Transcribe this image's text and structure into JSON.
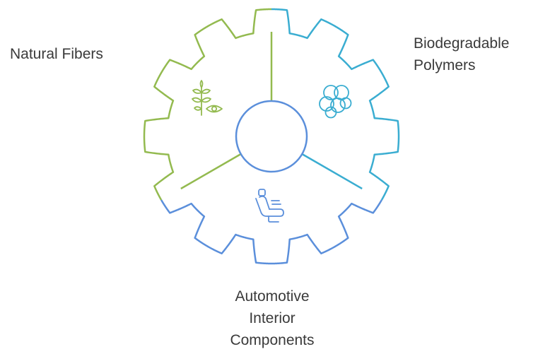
{
  "segments": [
    {
      "key": "natural",
      "label_lines": [
        "Natural Fibers"
      ],
      "color": "#93ba4f",
      "icon": "plant-eye-icon"
    },
    {
      "key": "bio",
      "label_lines": [
        "Biodegradable",
        "Polymers"
      ],
      "color": "#3aadd1",
      "icon": "polymer-bubbles-icon"
    },
    {
      "key": "auto",
      "label_lines": [
        "Automotive",
        "Interior",
        "Components"
      ],
      "color": "#5b8fdb",
      "icon": "car-seat-icon"
    }
  ],
  "colors": {
    "text": "#3a3a3a",
    "background": "#ffffff"
  }
}
